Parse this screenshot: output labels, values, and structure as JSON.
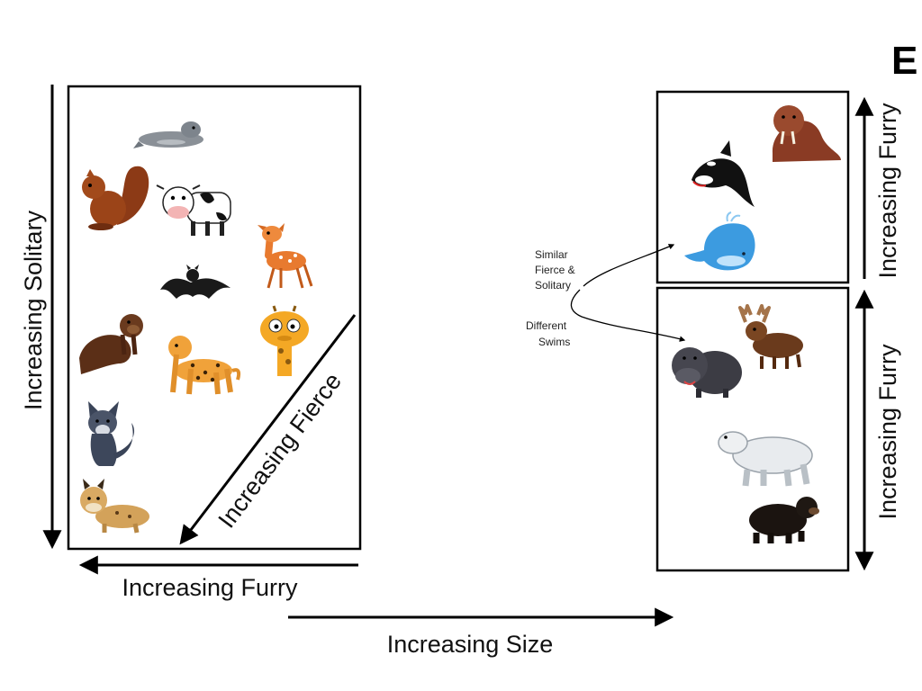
{
  "panel_label": "E",
  "left_panel": {
    "vertical_axis_label": "Increasing Solitary",
    "horizontal_axis_label": "Increasing Furry",
    "diagonal_axis_label": "Increasing Fierce",
    "animals": [
      "seal",
      "squirrel",
      "cow",
      "deer",
      "bat",
      "otter",
      "leopard",
      "giraffe",
      "wolf",
      "lynx"
    ]
  },
  "bottom_axis_label": "Increasing Size",
  "right_panel": {
    "top_box_axis_label": "Increasing Furry",
    "bottom_box_axis_label": "Increasing Furry",
    "top_box_animals": [
      "orca",
      "walrus",
      "whale"
    ],
    "bottom_box_animals": [
      "hippo",
      "moose",
      "polar-bear",
      "black-bear"
    ]
  },
  "annotation": {
    "line1": "Similar",
    "line2": "Fierce &",
    "line3": "Solitary",
    "line4": "Different",
    "line5": "Swims"
  }
}
